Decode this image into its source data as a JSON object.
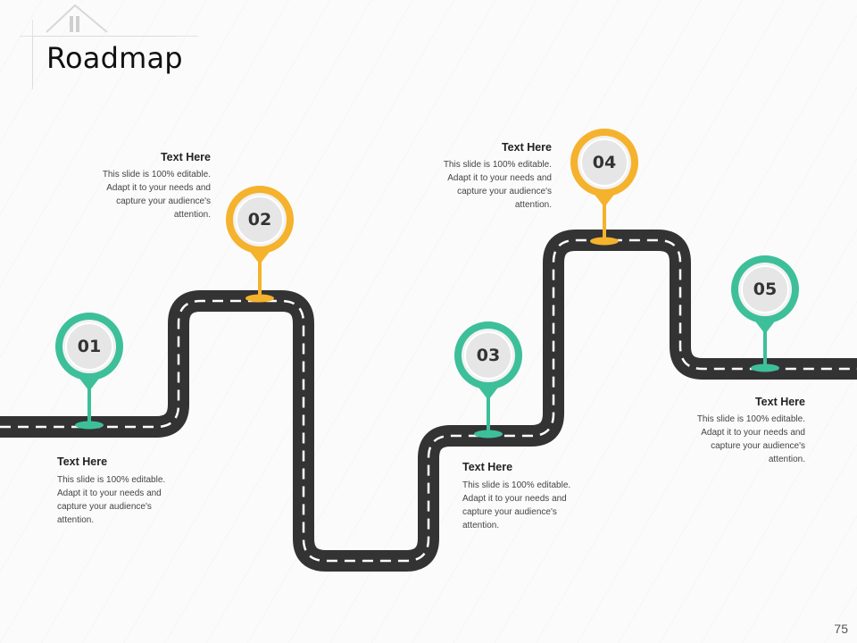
{
  "slide": {
    "title": "Roadmap",
    "page_number": "75"
  },
  "colors": {
    "road": "#333333",
    "teal": "#3dbf9a",
    "orange": "#f5b22c"
  },
  "steps": [
    {
      "number": "01",
      "color": "teal",
      "title": "Text Here",
      "desc": "This slide is 100% editable. Adapt it to your needs and capture your audience's attention."
    },
    {
      "number": "02",
      "color": "orange",
      "title": "Text Here",
      "desc": "This slide is 100% editable. Adapt it to your needs and capture your audience's attention."
    },
    {
      "number": "03",
      "color": "teal",
      "title": "Text Here",
      "desc": "This slide is 100% editable. Adapt it to your needs and capture your audience's attention."
    },
    {
      "number": "04",
      "color": "orange",
      "title": "Text Here",
      "desc": "This slide is 100% editable. Adapt it to your needs and capture your audience's attention."
    },
    {
      "number": "05",
      "color": "teal",
      "title": "Text Here",
      "desc": "This slide is 100% editable. Adapt it to your needs and capture your audience's attention."
    }
  ]
}
